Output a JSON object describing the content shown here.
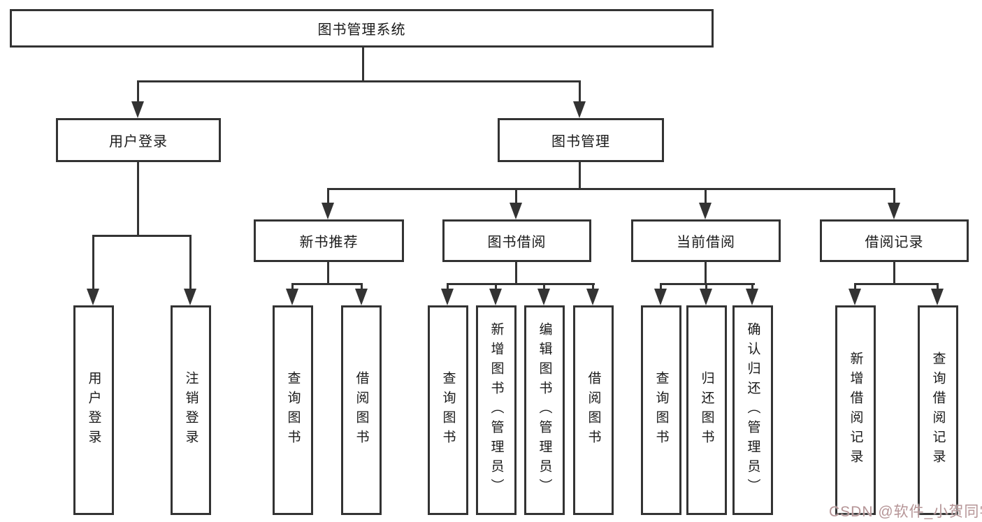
{
  "diagram_title": "图书管理系统",
  "tree": {
    "root": "图书管理系统",
    "branches": [
      {
        "label": "用户登录",
        "children": [
          "用户登录",
          "注销登录"
        ]
      },
      {
        "label": "图书管理",
        "groups": [
          {
            "label": "新书推荐",
            "children": [
              "查询图书",
              "借阅图书"
            ]
          },
          {
            "label": "图书借阅",
            "children": [
              "查询图书",
              "新增图书（管理员）",
              "编辑图书（管理员）",
              "借阅图书"
            ]
          },
          {
            "label": "当前借阅",
            "children": [
              "查询图书",
              "归还图书",
              "确认归还（管理员）"
            ]
          },
          {
            "label": "借阅记录",
            "children": [
              "新增借阅记录",
              "查询借阅记录"
            ]
          }
        ]
      }
    ]
  },
  "watermark": {
    "text": "CSDN @软件_小贺同学",
    "color": "#b59496"
  },
  "colors": {
    "line": "#333333",
    "box_border": "#333333",
    "background": "#ffffff",
    "text": "#1a1a1a"
  }
}
